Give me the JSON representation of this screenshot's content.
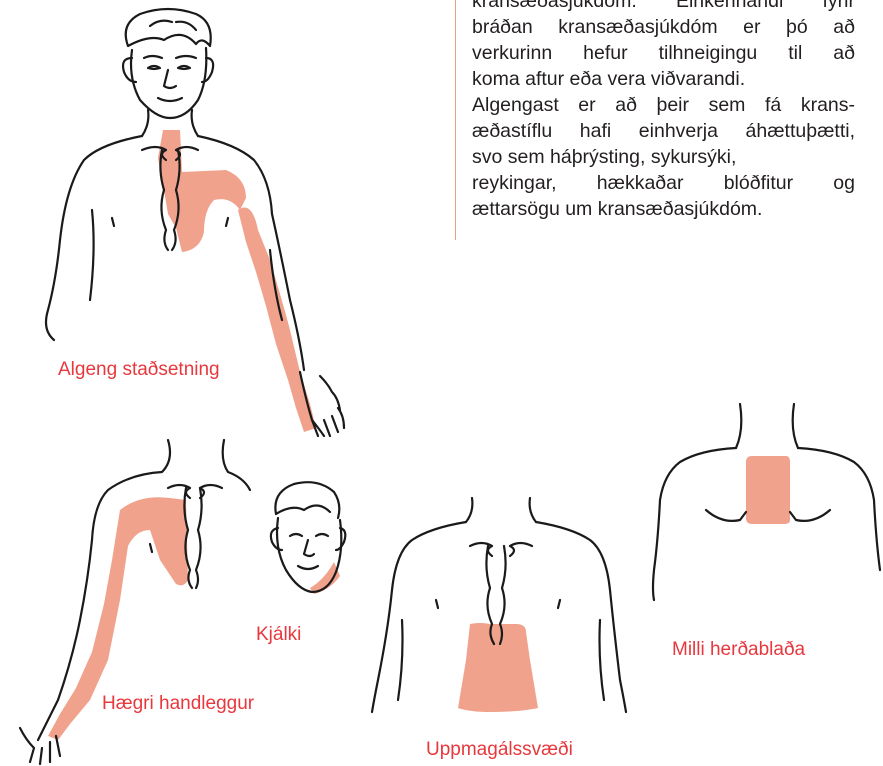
{
  "colors": {
    "pain_zone": "#f0a28c",
    "caption": "#e8383d",
    "text": "#231f20",
    "rule": "#e5a380"
  },
  "captions": {
    "common_location": "Algeng staðsetning",
    "right_arm": "Hægri handleggur",
    "jaw": "Kjálki",
    "epigastric": "Uppmagálssvæði",
    "between_shoulder_blades": "Milli herðablaða"
  },
  "article": {
    "lines": [
      "kransæðasjúkdóm. Einkennandi fyrir",
      "bráðan kransæðasjúkdóm er þó að",
      "verkurinn hefur tilhneigingu til að",
      "koma aftur eða vera viðvarandi.",
      "Algengast er að þeir sem fá krans-",
      "æðastíflu hafi einhverja áhættuþætti,",
      "svo sem háþrýsting, sykursýki,",
      "reykingar, hækkaðar blóðfitur og",
      "ættarsögu um kransæðasjúkdóm."
    ]
  }
}
